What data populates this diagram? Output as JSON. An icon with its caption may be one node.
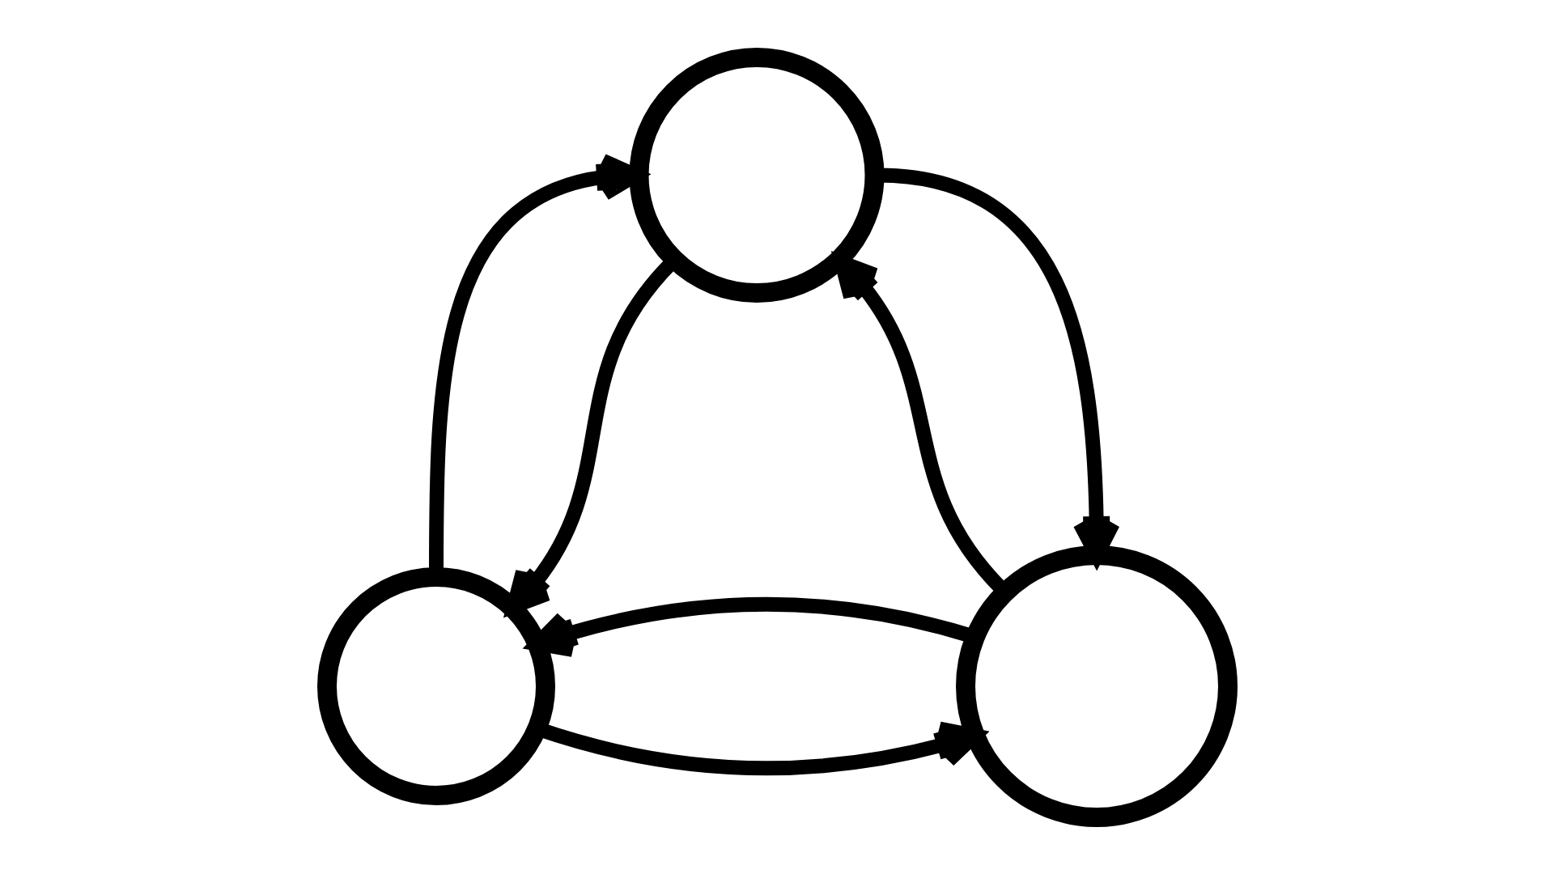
{
  "diagram": {
    "nodes": [
      {
        "text": [],
        "shape": "circle"
      },
      {
        "text": [],
        "shape": "circle"
      },
      {
        "text": [],
        "shape": "circle"
      }
    ],
    "edges": [
      {
        "from": 1,
        "to": 0,
        "arrow": "to"
      },
      {
        "from": 0,
        "to": 1,
        "arrow": "to"
      },
      {
        "from": 0,
        "to": 2,
        "arrow": "to"
      },
      {
        "from": 2,
        "to": 0,
        "arrow": "to"
      },
      {
        "from": 1,
        "to": 2,
        "arrow": "to"
      },
      {
        "from": 2,
        "to": 1,
        "arrow": "to"
      }
    ]
  }
}
